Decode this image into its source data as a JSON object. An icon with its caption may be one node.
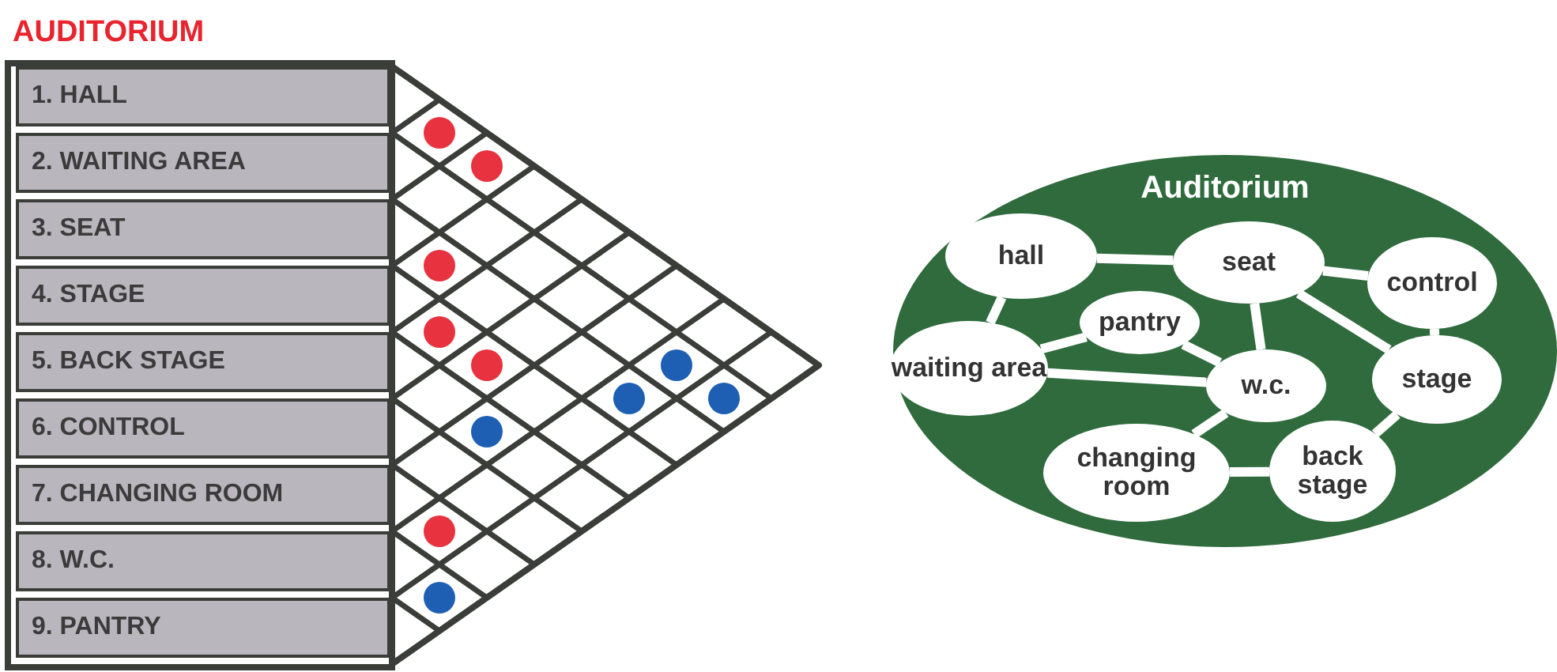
{
  "diagram": {
    "title": "AUDITORIUM",
    "nodes": [
      {
        "text": [
          "1. HALL"
        ]
      },
      {
        "text": [
          "2. WAITING AREA"
        ]
      },
      {
        "text": [
          "3. SEAT"
        ]
      },
      {
        "text": [
          "4. STAGE"
        ]
      },
      {
        "text": [
          "5. BACK STAGE"
        ]
      },
      {
        "text": [
          "6. CONTROL"
        ]
      },
      {
        "text": [
          "7. CHANGING ROOM"
        ]
      },
      {
        "text": [
          "8. W.C."
        ]
      },
      {
        "text": [
          "9. PANTRY"
        ]
      },
      {
        "text": [
          "Auditorium"
        ]
      },
      {
        "text": [
          "hall"
        ],
        "in": 9
      },
      {
        "text": [
          "seat"
        ],
        "in": 9
      },
      {
        "text": [
          "control"
        ],
        "in": 9
      },
      {
        "text": [
          "pantry"
        ],
        "in": 9
      },
      {
        "text": [
          "waiting area"
        ],
        "in": 9
      },
      {
        "text": [
          "stage"
        ],
        "in": 9
      },
      {
        "text": [
          "w.c."
        ],
        "in": 9
      },
      {
        "text": [
          "changing room"
        ],
        "in": 9
      },
      {
        "text": [
          "back stage"
        ],
        "in": 9
      }
    ],
    "edges": [
      {
        "from": 10,
        "to": 11,
        "arrow": "none"
      },
      {
        "from": 10,
        "to": 14,
        "arrow": "none"
      },
      {
        "from": 11,
        "to": 12,
        "arrow": "none"
      },
      {
        "from": 11,
        "to": 16,
        "arrow": "none"
      },
      {
        "from": 11,
        "to": 15,
        "arrow": "none"
      },
      {
        "from": 12,
        "to": 15,
        "arrow": "none"
      },
      {
        "from": 13,
        "to": 14,
        "arrow": "none"
      },
      {
        "from": 14,
        "to": 16,
        "arrow": "none"
      },
      {
        "from": 13,
        "to": 16,
        "arrow": "none"
      },
      {
        "from": 16,
        "to": 17,
        "arrow": "none"
      },
      {
        "from": 17,
        "to": 18,
        "arrow": "none"
      },
      {
        "from": 18,
        "to": 15,
        "arrow": "none"
      }
    ]
  }
}
